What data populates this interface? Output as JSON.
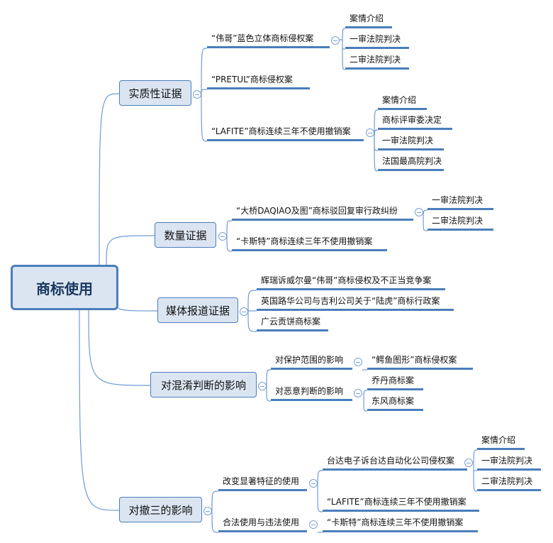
{
  "root": "商标使用",
  "branches": {
    "substantive": {
      "label": "实质性证据",
      "case1": {
        "label": "“伟哥”蓝色立体商标侵权案",
        "children": [
          "案情介绍",
          "一审法院判决",
          "二审法院判决"
        ]
      },
      "case2": {
        "label": "“PRETUL”商标侵权案"
      },
      "case3": {
        "label": "“LAFITE”商标连续三年不使用撤销案",
        "children": [
          "案情介绍",
          "商标评审委决定",
          "一审法院判决",
          "法国最高院判决"
        ]
      }
    },
    "quantity": {
      "label": "数量证据",
      "case1": {
        "label": "“大桥DAQIAO及图”商标驳回复审行政纠纷",
        "children": [
          "一审法院判决",
          "二审法院判决"
        ]
      },
      "case2": {
        "label": "“卡斯特”商标连续三年不使用撤销案"
      }
    },
    "media": {
      "label": "媒体报道证据",
      "cases": [
        "辉瑞诉威尔曼“伟哥”商标侵权及不正当竞争案",
        "英国路华公司与吉利公司关于“陆虎”商标行政案",
        "广云贡饼商标案"
      ]
    },
    "confusion": {
      "label": "对混淆判断的影响",
      "scope": {
        "label": "对保护范围的影响",
        "children": [
          "“鳄鱼图形”商标侵权案"
        ]
      },
      "malice": {
        "label": "对恶意判断的影响",
        "children": [
          "乔丹商标案",
          "东风商标案"
        ]
      }
    },
    "revocation": {
      "label": "对撤三的影响",
      "change": {
        "label": "改变显著特征的使用",
        "case1": {
          "label": "台达电子诉台达自动化公司侵权案",
          "children": [
            "案情介绍",
            "一审法院判决",
            "二审法院判决"
          ]
        },
        "case2": {
          "label": "“LAFITE”商标连续三年不使用撤销案"
        }
      },
      "legal": {
        "label": "合法使用与违法使用",
        "children": [
          "“卡斯特”商标连续三年不使用撤销案"
        ]
      }
    }
  }
}
